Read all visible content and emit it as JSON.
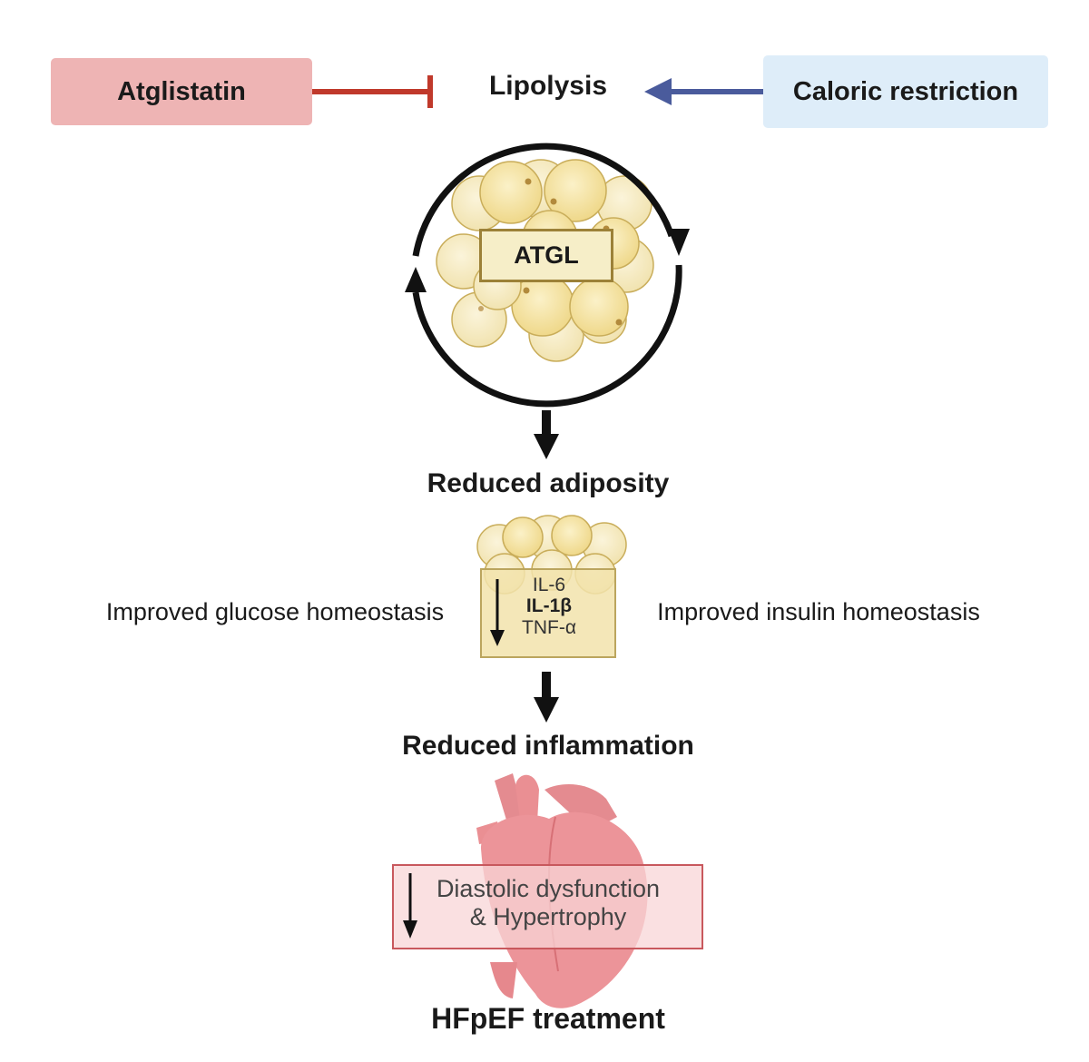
{
  "inhibitor": {
    "label": "Atglistatin",
    "color": "#eeb4b4"
  },
  "process": {
    "label": "Lipolysis"
  },
  "activator": {
    "label": "Caloric restriction",
    "color": "#deedf9"
  },
  "enzyme": {
    "label": "ATGL"
  },
  "step1": {
    "label": "Reduced adiposity"
  },
  "cytokines": {
    "items": [
      "IL-6",
      "IL-1β",
      "TNF-α"
    ]
  },
  "side_effects": {
    "left": "Improved glucose homeostasis",
    "right": "Improved insulin homeostasis"
  },
  "step2": {
    "label": "Reduced inflammation"
  },
  "cardiac": {
    "line1": "Diastolic dysfunction",
    "line2": "& Hypertrophy"
  },
  "outcome": {
    "label": "HFpEF treatment"
  },
  "colors": {
    "inhibit": "#c0392b",
    "activate": "#4a5b9c",
    "adipocyte": "#f6e5a8",
    "heart": "#ea8f93"
  },
  "icons": [
    "inhibition-arrow-icon",
    "activation-arrow-icon",
    "cycle-arrow-icon",
    "adipocyte-cluster-icon",
    "down-arrow-icon",
    "heart-icon"
  ]
}
